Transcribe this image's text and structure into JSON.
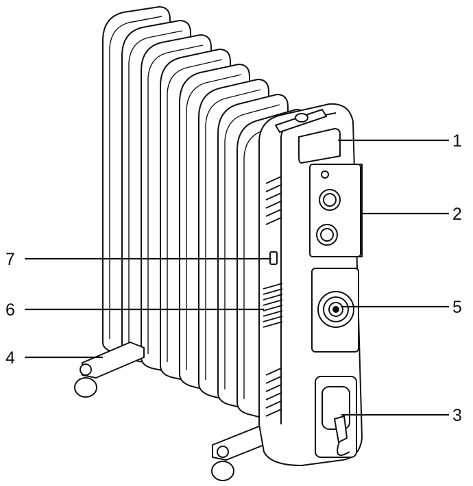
{
  "diagram": {
    "subject": "oil-filled-radiator-heater",
    "callouts": [
      {
        "id": "1",
        "label": "1"
      },
      {
        "id": "2",
        "label": "2"
      },
      {
        "id": "3",
        "label": "3"
      },
      {
        "id": "4",
        "label": "4"
      },
      {
        "id": "5",
        "label": "5"
      },
      {
        "id": "6",
        "label": "6"
      },
      {
        "id": "7",
        "label": "7"
      }
    ]
  },
  "colors": {
    "outline": "#111111",
    "fill": "#ffffff",
    "shade": "#d9d9d9"
  }
}
